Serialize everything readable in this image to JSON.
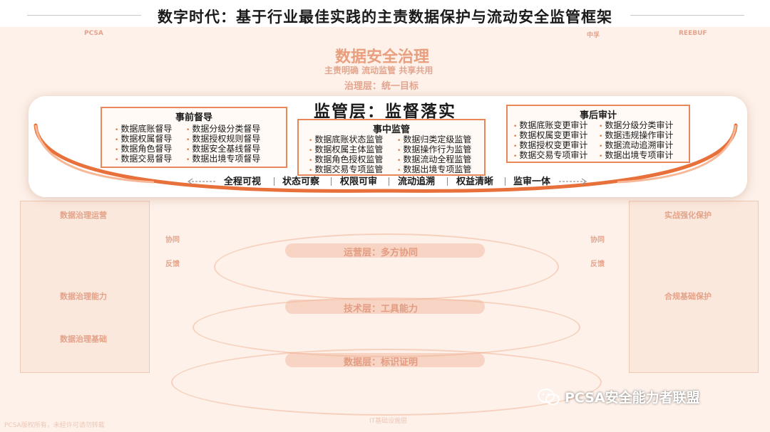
{
  "title": "数字时代：基于行业最佳实践的主责数据保护与流动安全监管框架",
  "logos": [
    "PCSA",
    "中孚",
    "REEBUF"
  ],
  "background": {
    "governance_title": "数据安全治理",
    "governance_subtitle": "主责明确  流动监管  共享共用",
    "governance_layer": "治理层：统一目标",
    "ops_layer": "运营层：多方协同",
    "tech_layer": "技术层：工具能力",
    "data_layer": "数据层：标识证明",
    "left_panel_1": "数据治理运营",
    "left_panel_2": "数据治理能力",
    "left_panel_3": "数据治理基础",
    "right_panel_1": "实战强化保护",
    "right_panel_2": "合规基础保护",
    "collab": "协同",
    "feedback": "反馈",
    "footer_left": "PCSA版权所有，未经许可请勿转载",
    "footer_center": "IT基础设施层"
  },
  "supervision": {
    "title": "监管层：监督落实",
    "pre": {
      "heading": "事前督导",
      "items": [
        "数据底账督导",
        "数据分级分类督导",
        "数据权属督导",
        "数据授权规则督导",
        "数据角色督导",
        "数据安全基线督导",
        "数据交易督导",
        "数据出境专项督导"
      ]
    },
    "mid": {
      "heading": "事中监管",
      "items": [
        "数据底账状态监管",
        "数据归类定级监管",
        "数据权属主体监管",
        "数据操作行为监管",
        "数据角色授权监管",
        "数据流动全程监管",
        "数据交易专项监管",
        "数据出境专项监管"
      ]
    },
    "post": {
      "heading": "事后审计",
      "items": [
        "数据底账变更审计",
        "数据分级分类审计",
        "数据权属变更审计",
        "数据违规操作审计",
        "数据授权变更审计",
        "数据流动追溯审计",
        "数据交易专项审计",
        "数据出境专项审计"
      ]
    },
    "strip": [
      "全程可视",
      "状态可察",
      "权限可审",
      "流动追溯",
      "权益清晰",
      "监审一体"
    ]
  },
  "watermark": "PCSA安全能力者联盟",
  "colors": {
    "accent": "#e8885a",
    "arc": "#e8703a",
    "background": "#fdf1ea"
  }
}
